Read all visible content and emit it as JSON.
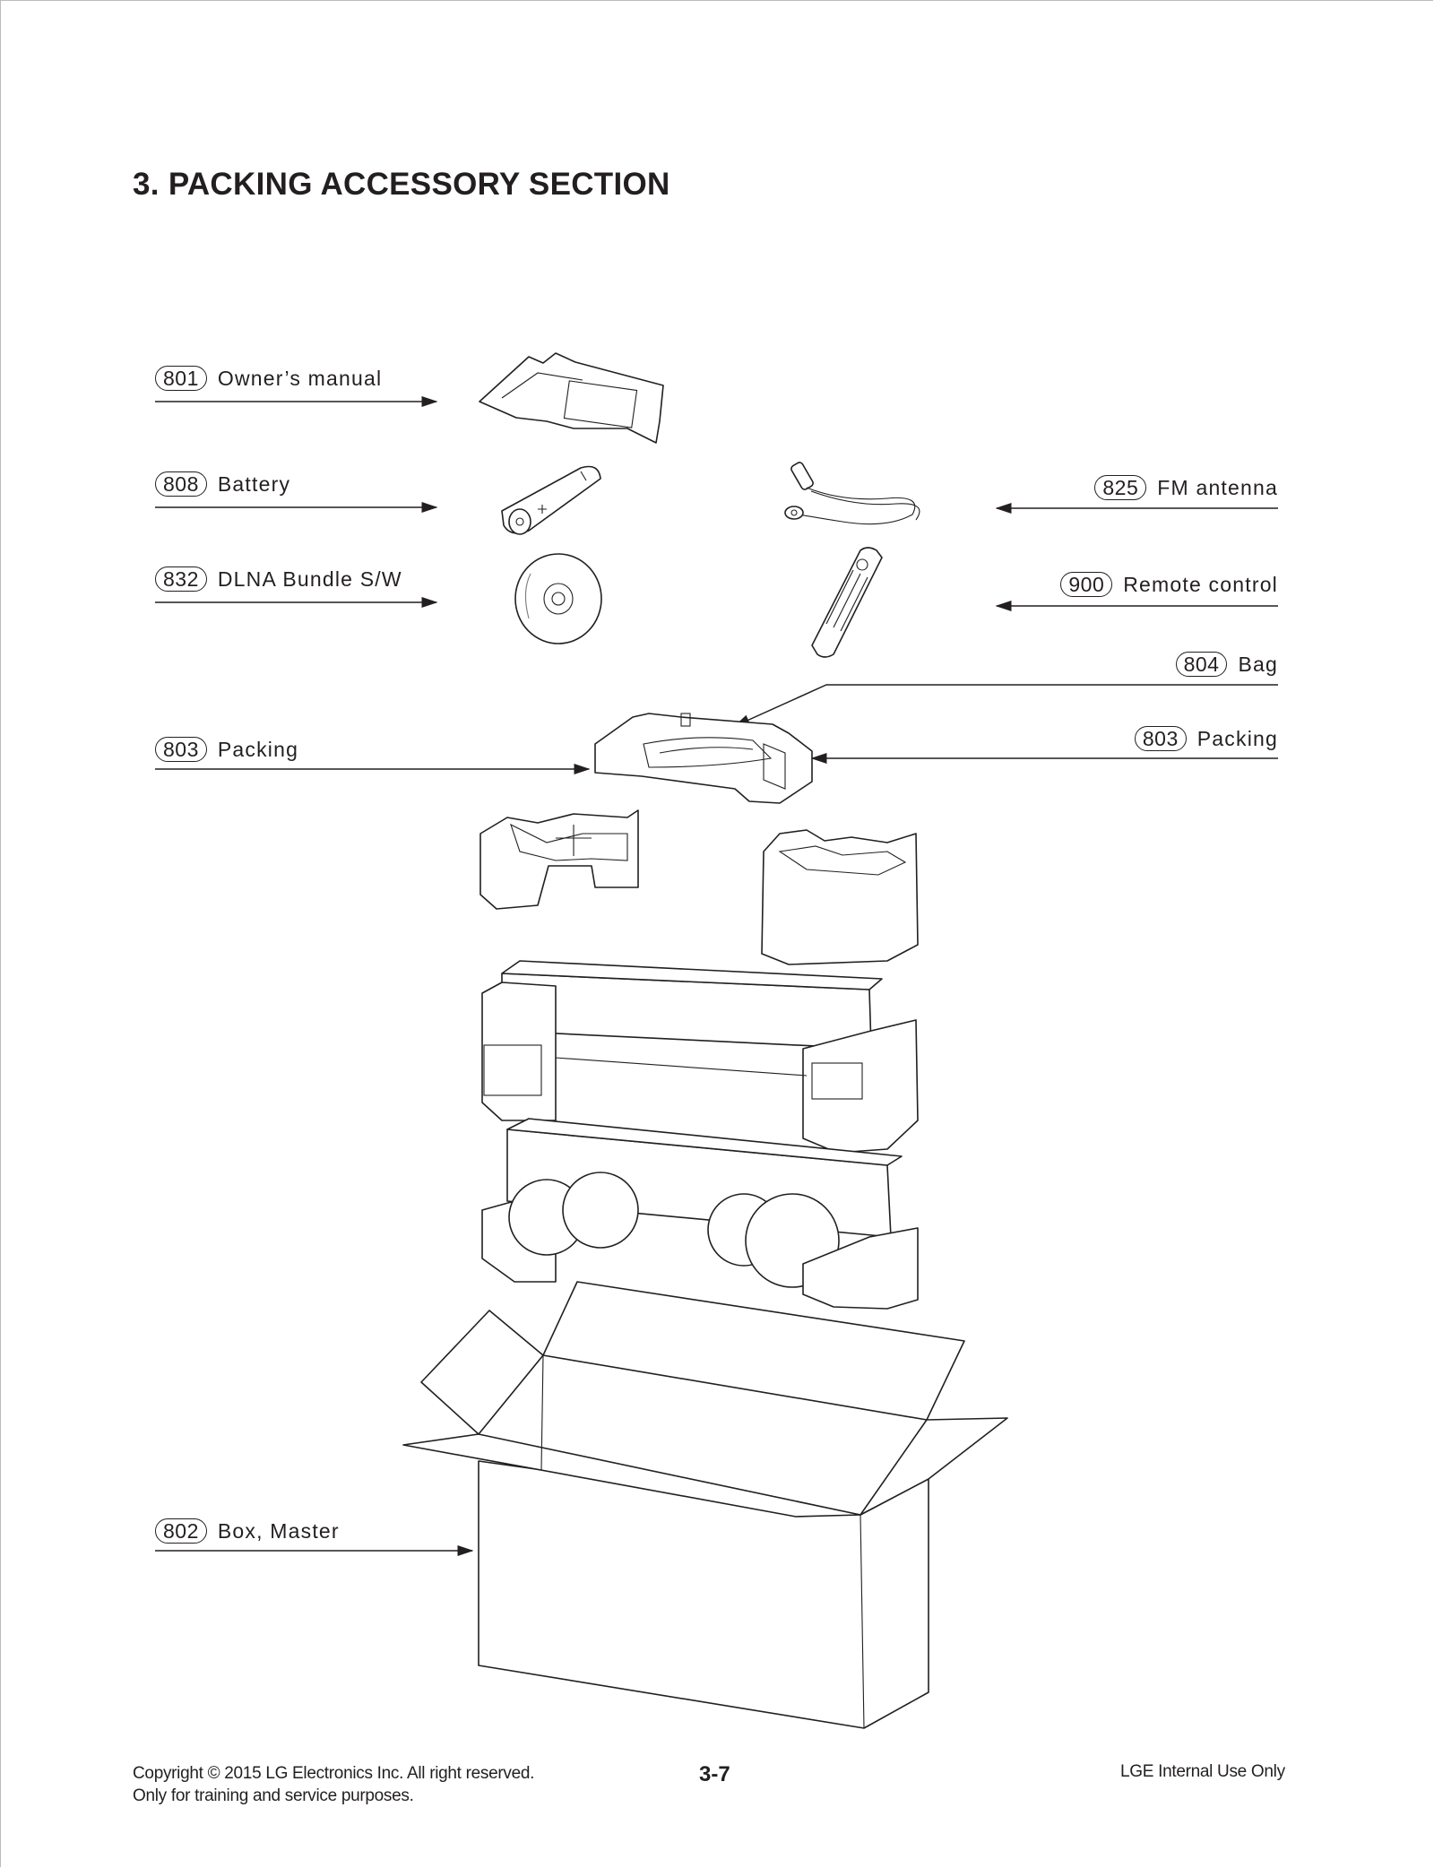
{
  "title": "3. PACKING ACCESSORY SECTION",
  "callouts": {
    "c801": {
      "num": "801",
      "label": "Owner’s manual"
    },
    "c808": {
      "num": "808",
      "label": "Battery"
    },
    "c832": {
      "num": "832",
      "label": "DLNA Bundle S/W"
    },
    "c803_left": {
      "num": "803",
      "label": "Packing"
    },
    "c802": {
      "num": "802",
      "label": "Box, Master"
    },
    "c825": {
      "num": "825",
      "label": "FM antenna"
    },
    "c900": {
      "num": "900",
      "label": "Remote control"
    },
    "c804": {
      "num": "804",
      "label": "Bag"
    },
    "c803_right": {
      "num": "803",
      "label": "Packing"
    }
  },
  "footer": {
    "copyright": "Copyright © 2015 LG Electronics Inc. All right reserved.",
    "purpose": "Only for training and service purposes.",
    "page_number": "3-7",
    "internal": "LGE Internal Use Only"
  }
}
